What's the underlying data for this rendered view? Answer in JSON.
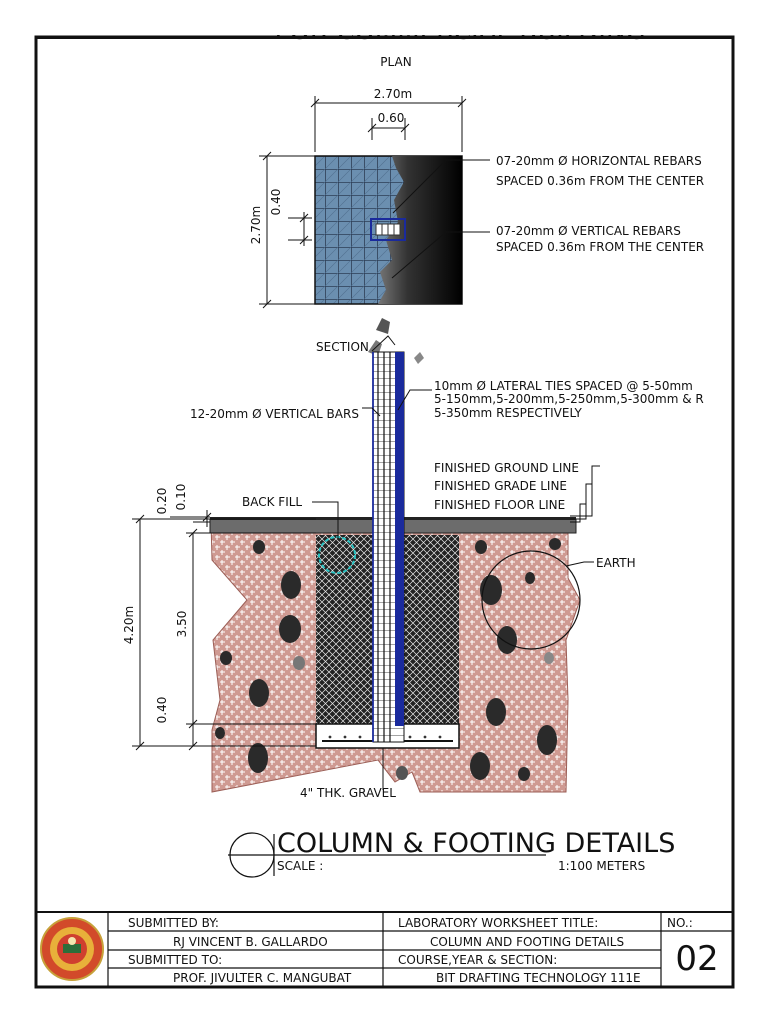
{
  "partial_title": "FOR COMMERCIAL BUILDING",
  "plan": {
    "heading": "PLAN",
    "dim_overall_width": "2.70m",
    "dim_column_width": "0.60",
    "dim_overall_height": "2.70m",
    "dim_column_height": "0.40",
    "note_horizontal_line1": "07-20mm Ø HORIZONTAL REBARS",
    "note_horizontal_line2": "SPACED 0.36m FROM THE CENTER",
    "note_vertical_line1": "07-20mm Ø VERTICAL REBARS",
    "note_vertical_line2": "SPACED 0.36m FROM THE CENTER"
  },
  "section": {
    "heading": "SECTION",
    "ties_line1": "10mm Ø  LATERAL TIES SPACED @ 5-50mm",
    "ties_line2": "5-150mm,5-200mm,5-250mm,5-300mm & R",
    "ties_line3": "5-350mm RESPECTIVELY",
    "vertical_bars": "12-20mm Ø VERTICAL BARS",
    "finished_ground_line": "FINISHED GROUND LINE",
    "finished_grade_line": "FINISHED GRADE LINE",
    "finished_floor_line": "FINISHED FLOOR LINE",
    "back_fill": "BACK FILL",
    "earth": "EARTH",
    "gravel": "4\" THK. GRAVEL",
    "dim_020": "0.20",
    "dim_010": "0.10",
    "dim_total_depth": "4.20m",
    "dim_350": "3.50",
    "dim_040": "0.40"
  },
  "drawing_title": {
    "title": "COLUMN & FOOTING DETAILS",
    "scale_label": "SCALE :",
    "scale_value": "1:100 METERS"
  },
  "title_block": {
    "submitted_by_label": "SUBMITTED BY:",
    "submitted_by_name": "RJ VINCENT B. GALLARDO",
    "submitted_to_label": "SUBMITTED TO:",
    "submitted_to_name": "PROF. JIVULTER C. MANGUBAT",
    "worksheet_title_label": "LABORATORY WORKSHEET TITLE:",
    "worksheet_title_value": "COLUMN AND FOOTING DETAILS",
    "course_label": "COURSE,YEAR & SECTION:",
    "course_value": "BIT DRAFTING TECHNOLOGY 111E",
    "no_label": "NO.:",
    "no_value": "02"
  },
  "colors": {
    "frame": "#111111",
    "plan_fill": "#6b8fb0",
    "soil": "#c98f86",
    "column_blue": "#1a2a9c",
    "cyan_circle": "#29c4c4"
  }
}
